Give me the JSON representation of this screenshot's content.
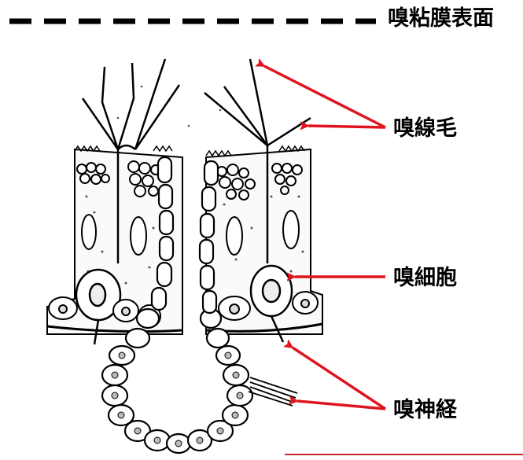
{
  "labels": {
    "surface": "嗅粘膜表面",
    "cilia": "嗅線毛",
    "cell": "嗅細胞",
    "nerve": "嗅神経"
  },
  "colors": {
    "arrow": "#e0141e",
    "ink": "#000000",
    "cell_fill": "#ffffff",
    "baseline": "#c8282d"
  }
}
